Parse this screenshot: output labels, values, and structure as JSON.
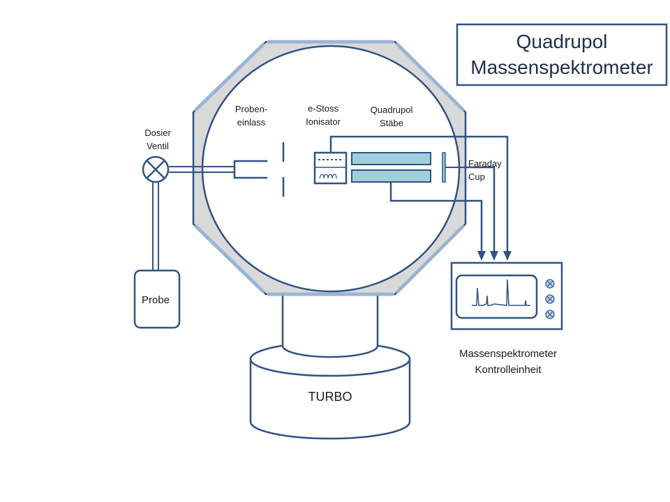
{
  "title": {
    "line1": "Quadrupol",
    "line2": "Massenspektrometer"
  },
  "labels": {
    "proben_einlass_1": "Proben-",
    "proben_einlass_2": "einlass",
    "ionisator_1": "e-Stoss",
    "ionisator_2": "Ionisator",
    "staebe_1": "Quadrupol",
    "staebe_2": "Stäbe",
    "dosier_1": "Dosier",
    "dosier_2": "Ventil",
    "faraday_1": "Faraday",
    "faraday_2": "Cup",
    "probe": "Probe",
    "turbo": "TURBO",
    "control_1": "Massenspektrometer",
    "control_2": "Kontrolleinheit"
  },
  "colors": {
    "outline": "#2f5283",
    "chamber_fill": "#d9d9d9",
    "pipe_fill": "#dce6f1",
    "rod_fill": "#9fcfdc",
    "knob_fill": "#b8cce4"
  }
}
